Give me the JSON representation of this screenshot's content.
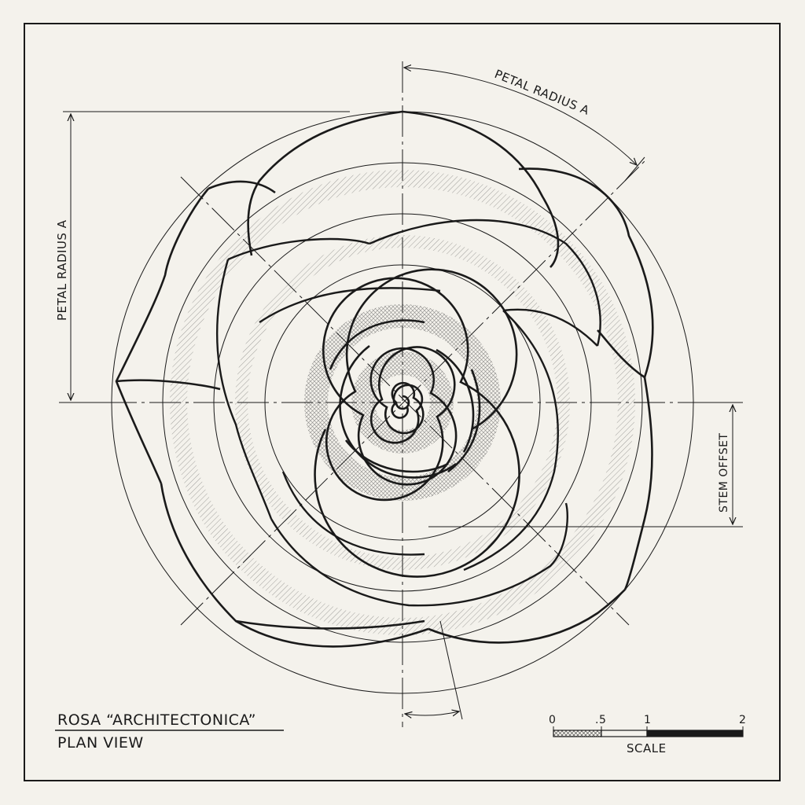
{
  "title_block": {
    "title": "ROSA “ARCHITECTONICA”",
    "subtitle": "PLAN VIEW"
  },
  "dimensions": {
    "top_arc_label": "PETAL RADIUS A",
    "left_vertical_label": "PETAL RADIUS A",
    "right_vertical_label": "STEM OFFSET"
  },
  "scale_bar": {
    "ticks": [
      "0",
      ".5",
      "1",
      "2"
    ],
    "label": "SCALE"
  },
  "colors": {
    "paper": "#f4f2ec",
    "ink": "#1a1a1a"
  }
}
